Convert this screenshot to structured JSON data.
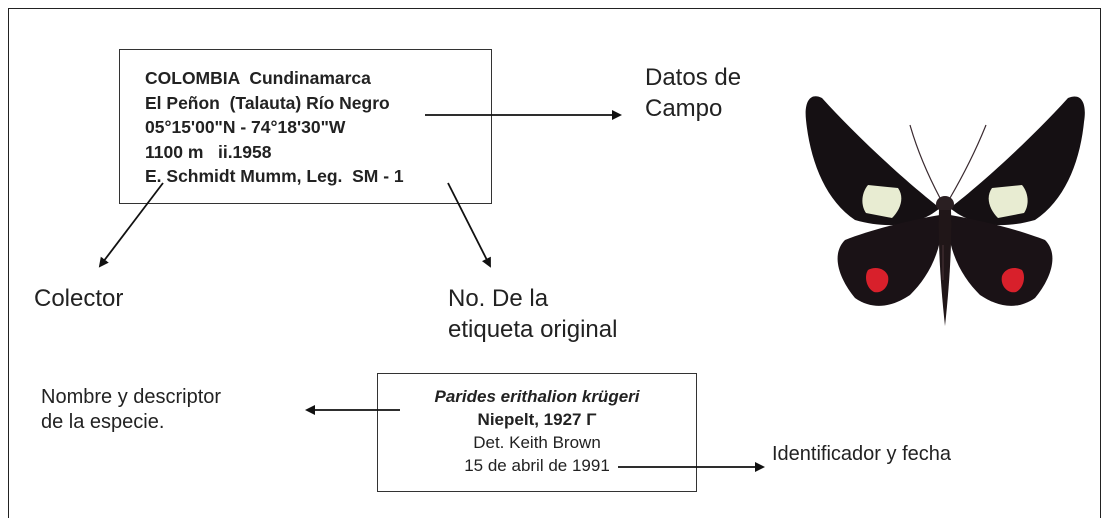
{
  "field_label": {
    "lines": [
      "COLOMBIA  Cundinamarca",
      "El Peñon  (Talauta) Río Negro",
      "05°15'00\"N - 74°18'30\"W",
      "1100 m   ii.1958",
      "E. Schmidt Mumm, Leg.  SM - 1"
    ]
  },
  "determination_label": {
    "species": "Parides erithalion krügeri",
    "author": "Niepelt, 1927 Γ",
    "determiner": "Det. Keith Brown",
    "date": "15 de abril de 1991"
  },
  "annotations": {
    "field_data": [
      "Datos de",
      "Campo"
    ],
    "collector": "Colector",
    "label_number": [
      "No. De la",
      "etiqueta original"
    ],
    "species_name": [
      "Nombre y descriptor",
      "de la especie."
    ],
    "identifier": "Identificador y fecha"
  },
  "specimen": {
    "subject": "butterfly",
    "colors": {
      "wing": "#151013",
      "patch": "#e8ecd2",
      "spot": "#d8202b"
    }
  }
}
